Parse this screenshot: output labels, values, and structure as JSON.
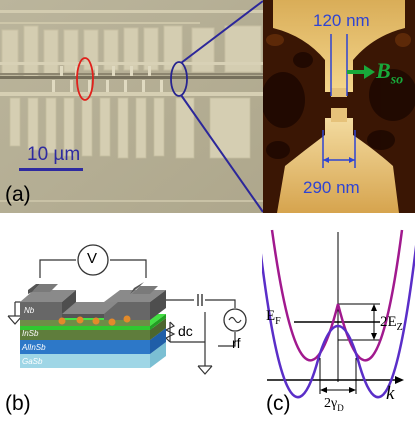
{
  "panel_a": {
    "label": "(a)",
    "scale_bar": "10 µm",
    "colors": {
      "background": "#b9b39a",
      "electrode": "#d6d0b4",
      "scale": "#2e2aa0",
      "marker_red": "#e0201b",
      "marker_blue": "#27248f"
    }
  },
  "panel_zoom": {
    "gap_label": "120 nm",
    "width_label": "290 nm",
    "field_label_main": "B",
    "field_label_sub": "so",
    "colors": {
      "field_arrow": "#18a83a",
      "dims": "#2f44d2"
    }
  },
  "panel_b": {
    "label": "(b)",
    "voltmeter": "V",
    "dc": "dc",
    "rf": "rf",
    "layers": [
      "Nb",
      "InSb",
      "AlInSb",
      "GaSb"
    ],
    "colors": {
      "nb": "#676767",
      "insb": "#6e8d47",
      "channel": "#30c830",
      "alinsb": "#2d78c8",
      "gasb": "#9fd6e6",
      "dot": "#e28a2a"
    }
  },
  "panel_c": {
    "label": "(c)",
    "fermi_main": "E",
    "fermi_sub": "F",
    "zeeman_main": "2E",
    "zeeman_sub": "Z",
    "gamma_main": "2γ",
    "gamma_sub": "D",
    "k_axis": "k",
    "colors": {
      "band_1": "#a1198e",
      "band_2": "#5a2ec8"
    }
  }
}
